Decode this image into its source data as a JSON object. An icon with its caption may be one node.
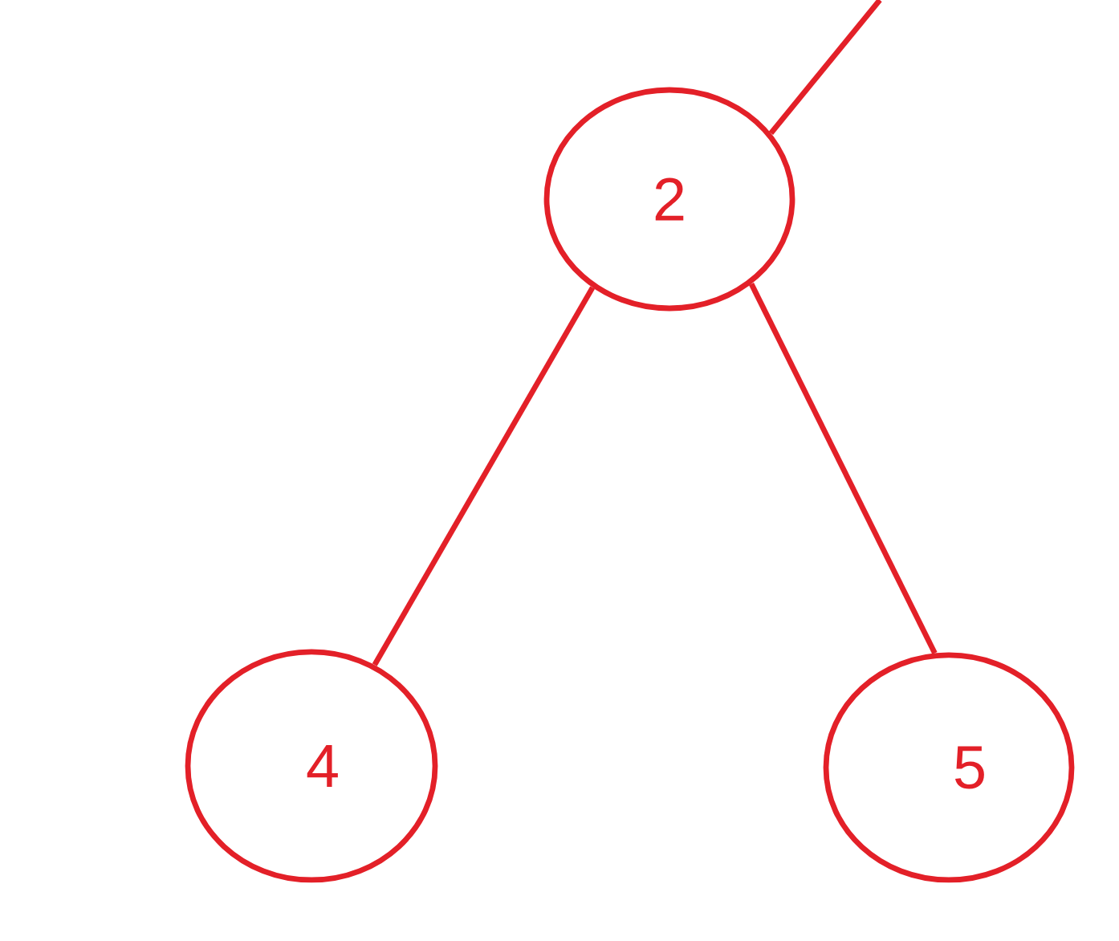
{
  "diagram": {
    "nodes": [
      {
        "text": [
          "2"
        ]
      },
      {
        "text": [
          "4"
        ]
      },
      {
        "text": [
          "5"
        ]
      }
    ],
    "edges": [
      {
        "from": 0,
        "to": null,
        "arrow": "none"
      },
      {
        "from": 0,
        "to": 1,
        "arrow": "none"
      },
      {
        "from": 0,
        "to": 2,
        "arrow": "none"
      }
    ]
  }
}
